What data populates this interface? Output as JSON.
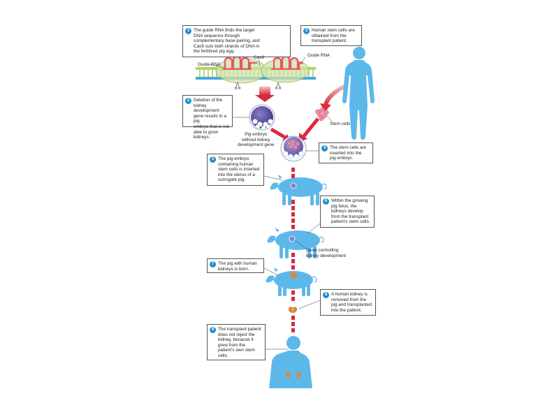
{
  "colors": {
    "body_blue": "#5db8ea",
    "arrow_red": "#d92b3a",
    "badge_blue": "#1f8fcf",
    "dna_green": "#b6d35a",
    "dna_blue": "#4aa8dc",
    "rna_pink": "#e6536f",
    "cas9_green": "#cfe2a6",
    "embryo_purple": "#5b4a9c",
    "kidney_orange": "#d88a3c"
  },
  "steps": [
    {
      "number": "1",
      "text": "The guide RNA finds the target\nDNA sequence through\ncomplementary base-pairing, and\nCas9 cuts both strands of DNA in\nthe fertilized pig egg."
    },
    {
      "number": "2",
      "text": "Deletion of the\nkidney development\ngene results in a pig\nembryo that is not\nable to grow kidneys."
    },
    {
      "number": "3",
      "text": "Human stem cells are\nobtained from the\ntransplant patient."
    },
    {
      "number": "4",
      "text": "The stem cells are\ninserted into the\npig embryo."
    },
    {
      "number": "5",
      "text": "The pig embryo\ncontaining human\nstem cells is inserted\ninto the uterus of a\nsurrogate pig."
    },
    {
      "number": "6",
      "text": "Within the growing\npig fetus, the\nkidneys develop\nfrom the transplant\npatient's stem cells."
    },
    {
      "number": "7",
      "text": "The pig with human\nkidneys is born."
    },
    {
      "number": "8",
      "text": "A human kidney is\nremoved from the\npig and transplanted\ninto the patient."
    },
    {
      "number": "9",
      "text": "The transplant patient\ndoes not reject the\nkidney, because it\ngrew from the\npatient's own stem\ncells."
    }
  ],
  "labels": {
    "guide_rna_left": "Guide RNA",
    "cas9": "Cas9",
    "guide_rna_right": "Guide RNA",
    "stem_cells": "Stem cells",
    "embryo": "Pig embryo\nwithout kidney\ndevelopment gene",
    "gene_controlling": "Gene controlling\nkidney development"
  },
  "icons": [
    "dna-helix-icon",
    "scissors-icon",
    "embryo-icon",
    "stem-cells-icon",
    "human-silhouette-icon",
    "pig-silhouette-icon",
    "kidney-icon"
  ]
}
